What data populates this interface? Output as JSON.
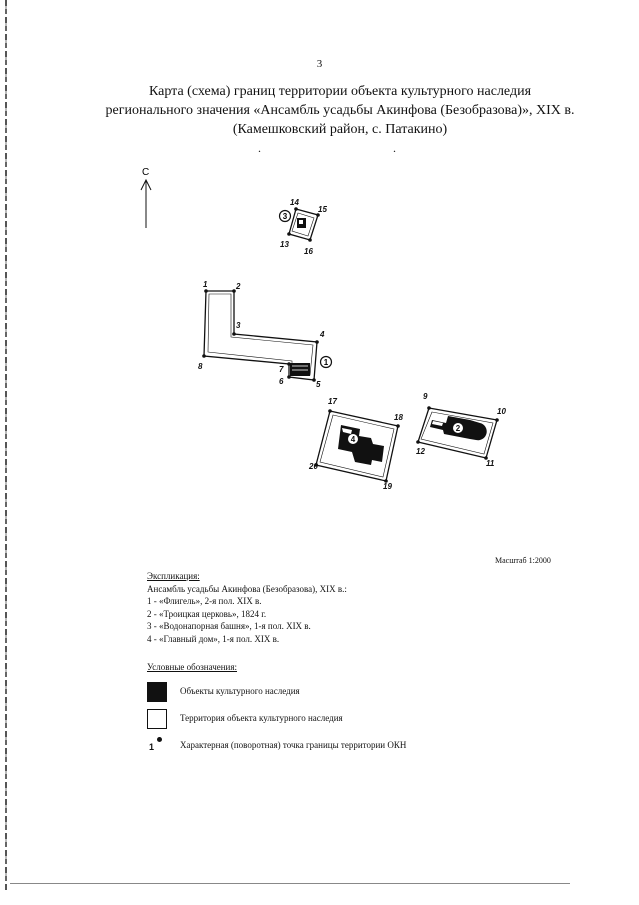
{
  "page_number": "3",
  "title": {
    "line1": "Карта (схема) границ территории объекта культурного наследия",
    "line2": "регионального значения «Ансамбль усадьбы Акинфова (Безобразова)», XIX в.",
    "line3": "(Камешковский район, с. Патакино)"
  },
  "north_label": "С",
  "boundary_points": [
    "1",
    "2",
    "3",
    "4",
    "5",
    "6",
    "7",
    "8",
    "9",
    "10",
    "11",
    "12",
    "13",
    "14",
    "15",
    "16",
    "17",
    "18",
    "19",
    "20"
  ],
  "object_markers": [
    "1",
    "2",
    "3",
    "4"
  ],
  "scale": "Масштаб 1:2000",
  "explication": {
    "heading": "Экспликация:",
    "ensemble": "Ансамбль усадьбы Акинфова (Безобразова), XIX в.:",
    "items": [
      "1 - «Флигель», 2-я пол. XIX в.",
      "2 - «Троицкая церковь», 1824 г.",
      "3 - «Водонапорная башня», 1-я пол. XIX в.",
      "4 - «Главный дом», 1-я пол. XIX в."
    ]
  },
  "legend": {
    "heading": "Условные обозначения:",
    "heritage_objects": "Объекты культурного наследия",
    "territory": "Территория объекта культурного наследия",
    "point_number": "1",
    "turning_point": "Характерная (поворотная) точка границы территории ОКН"
  },
  "colors": {
    "ink": "#111111",
    "paper": "#ffffff"
  }
}
